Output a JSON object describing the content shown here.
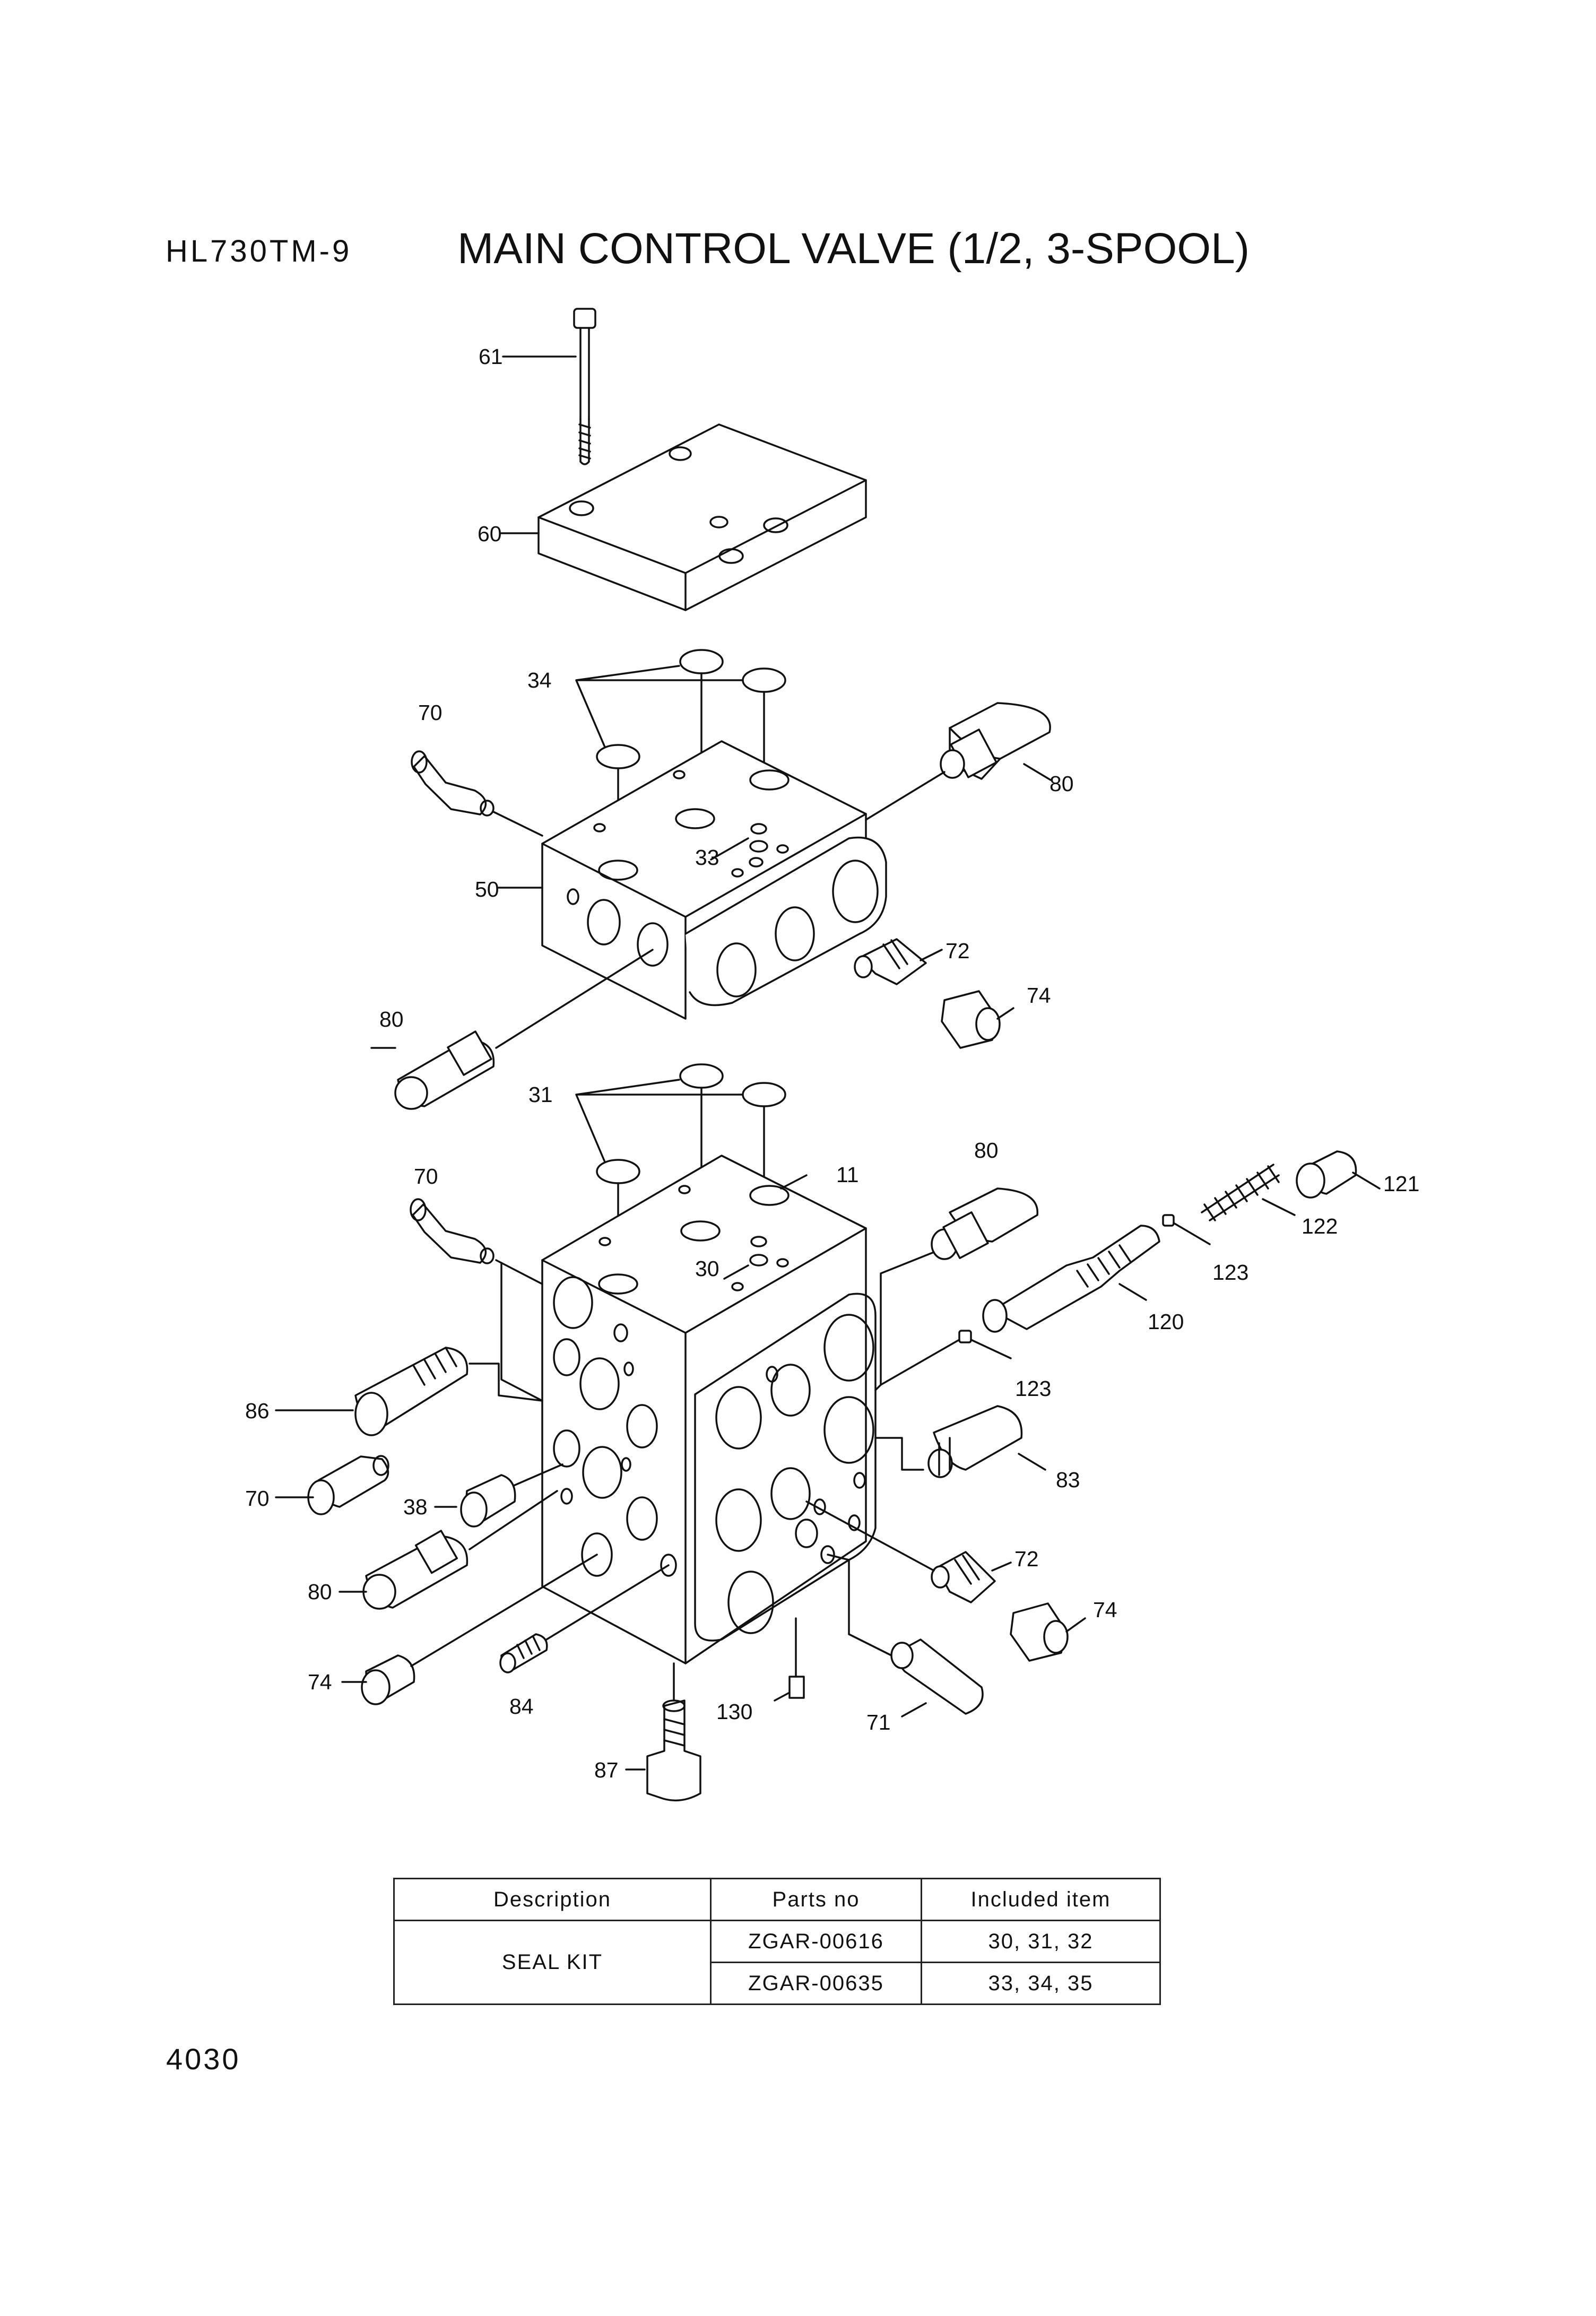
{
  "header": {
    "model": "HL730TM-9",
    "title": "MAIN CONTROL VALVE (1/2, 3-SPOOL)"
  },
  "callouts": {
    "c61": "61",
    "c60": "60",
    "c34": "34",
    "c70a": "70",
    "c80a": "80",
    "c33": "33",
    "c50": "50",
    "c72a": "72",
    "c74a": "74",
    "c80b": "80",
    "c31": "31",
    "c80c": "80",
    "c121": "121",
    "c70b": "70",
    "c11": "11",
    "c122": "122",
    "c30": "30",
    "c123a": "123",
    "c120": "120",
    "c123b": "123",
    "c86": "86",
    "c83": "83",
    "c70c": "70",
    "c38": "38",
    "c72b": "72",
    "c80d": "80",
    "c74b": "74",
    "c74c": "74",
    "c84": "84",
    "c130": "130",
    "c71": "71",
    "c87": "87"
  },
  "table": {
    "headers": [
      "Description",
      "Parts no",
      "Included item"
    ],
    "description": "SEAL KIT",
    "rows": [
      {
        "parts_no": "ZGAR-00616",
        "included": "30, 31, 32"
      },
      {
        "parts_no": "ZGAR-00635",
        "included": "33, 34, 35"
      }
    ]
  },
  "footer": {
    "page_number": "4030"
  }
}
